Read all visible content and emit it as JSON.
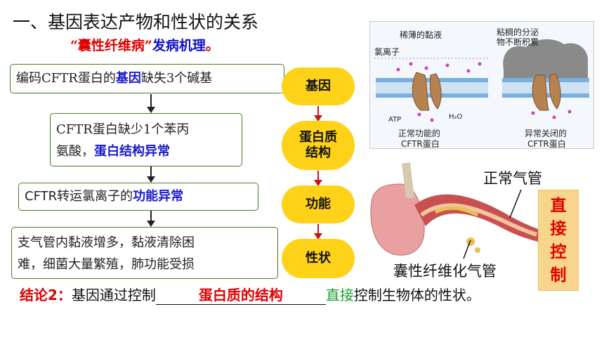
{
  "title": "一、基因表达产物和性状的关系",
  "subtitle": {
    "quoted": "“囊性纤维病”",
    "rest": "发病机理",
    "end": "。"
  },
  "flow": {
    "step1": {
      "pre": "编码CFTR蛋白的",
      "highlight": "基因",
      "post": "缺失3个碱基"
    },
    "step2": {
      "line1": "CFTR蛋白缺少1个苯丙",
      "line2_pre": "氨酸，",
      "highlight": "蛋白结构异常"
    },
    "step3": {
      "pre": "CFTR转运氯离子的",
      "highlight": "功能异常"
    },
    "step4": {
      "line1": "支气管内黏液增多，黏液清除困",
      "line2": "难，细菌大量繁殖，肺功能受损"
    }
  },
  "pills": {
    "gene": "基因",
    "protein_l1": "蛋白质",
    "protein_l2": "结构",
    "function": "功能",
    "trait": "性状"
  },
  "figure": {
    "thin_mucus": "稀薄的黏液",
    "chloride": "氯离子",
    "atp": "ATP",
    "h2o": "H₂O",
    "normal_l1": "正常功能的",
    "normal_l2": "CFTR蛋白",
    "thick_l1": "粘稠的分泌",
    "thick_l2": "物不断积累",
    "abnormal_l1": "异常关闭的",
    "abnormal_l2": "CFTR蛋白"
  },
  "airway": {
    "normal": "正常气管",
    "cf": "囊性纤维化气管"
  },
  "direct_control": [
    "直",
    "接",
    "控",
    "制"
  ],
  "conclusion": {
    "label": "结论2：",
    "pre": "基因通过控制",
    "blank": "蛋白质的结构",
    "green": "直接",
    "post": "控制生物体的性状。"
  }
}
